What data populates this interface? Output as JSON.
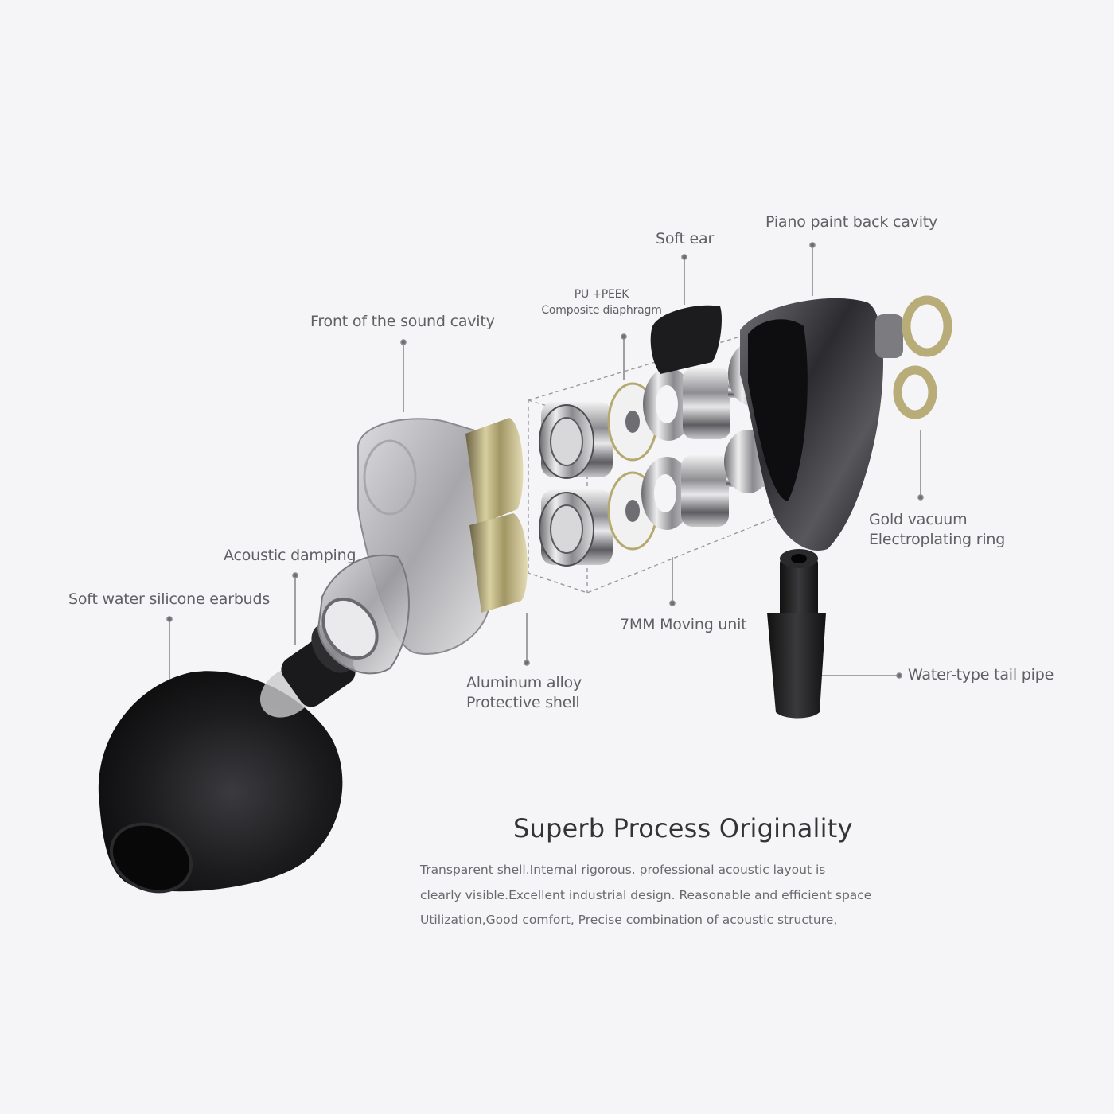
{
  "diagram": {
    "subject": "In-ear earphone exploded view",
    "background_color": "#f5f4f7",
    "leader_line_color": "#7a7a7e",
    "callouts": [
      {
        "id": "front-cavity",
        "lines": [
          "Front of the sound cavity"
        ]
      },
      {
        "id": "diaphragm",
        "lines": [
          "PU +PEEK",
          "Composite diaphragm"
        ]
      },
      {
        "id": "soft-ear",
        "lines": [
          "Soft ear"
        ]
      },
      {
        "id": "back-cavity",
        "lines": [
          "Piano paint back cavity"
        ]
      },
      {
        "id": "gold-ring",
        "lines": [
          "Gold vacuum",
          "Electroplating ring"
        ]
      },
      {
        "id": "acoustic-damping",
        "lines": [
          "Acoustic damping"
        ]
      },
      {
        "id": "earbuds",
        "lines": [
          "Soft water silicone earbuds"
        ]
      },
      {
        "id": "shell",
        "lines": [
          "Aluminum alloy",
          "Protective shell"
        ]
      },
      {
        "id": "moving-unit",
        "lines": [
          "7MM Moving unit"
        ]
      },
      {
        "id": "tail-pipe",
        "lines": [
          "Water-type tail pipe"
        ]
      }
    ]
  },
  "section": {
    "title": "Superb Process Originality",
    "description_lines": [
      "Transparent shell.Internal rigorous. professional acoustic layout is",
      "clearly visible.Excellent industrial design.  Reasonable and efficient space",
      "Utilization,Good comfort, Precise combination of acoustic structure,"
    ]
  }
}
